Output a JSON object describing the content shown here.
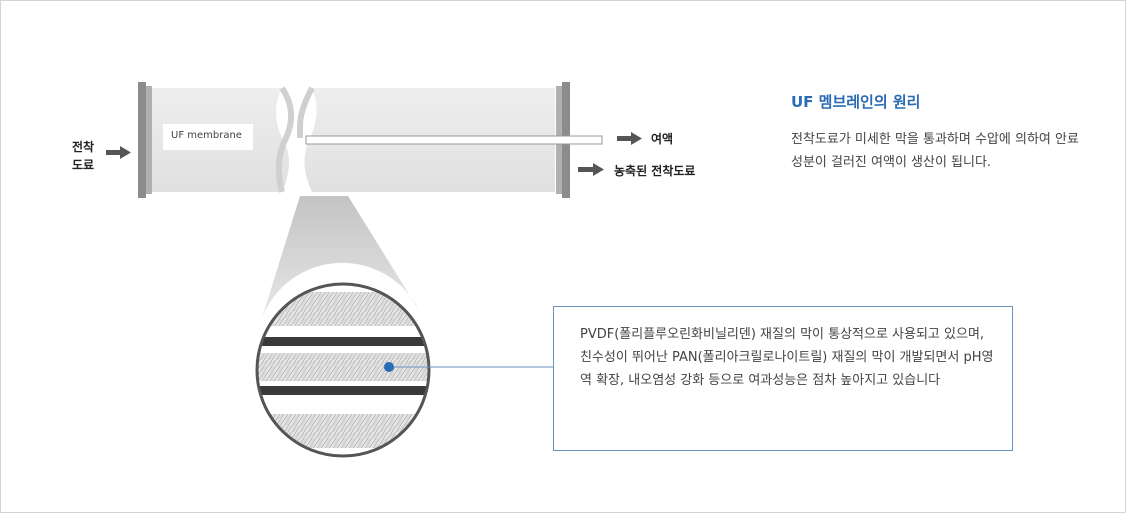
{
  "labels": {
    "feed_in": "전착\n도료",
    "membrane": "UF membrane",
    "permeate": "여액",
    "concentrate": "농축된 전착도료"
  },
  "info": {
    "title": "UF 멤브레인의 원리",
    "description": "전착도료가 미세한 막을 통과하며 수압에 의하여 안료 성분이 걸러진 여액이 생산이 됩니다."
  },
  "callout": {
    "text": "PVDF(폴리플루오린화비닐리덴) 재질의 막이 통상적으로 사용되고 있으며, 친수성이 뛰어난 PAN(폴리아크릴로나이트릴) 재질의 막이 개발되면서 pH영역 확장, 내오염성 강화 등으로 여과성능은 점차 높아지고 있습니다"
  },
  "colors": {
    "accent": "#2a6bb3",
    "callout_border": "#6b93c2",
    "tube": "#e6e6e6",
    "flange": "#8c8c8c"
  }
}
